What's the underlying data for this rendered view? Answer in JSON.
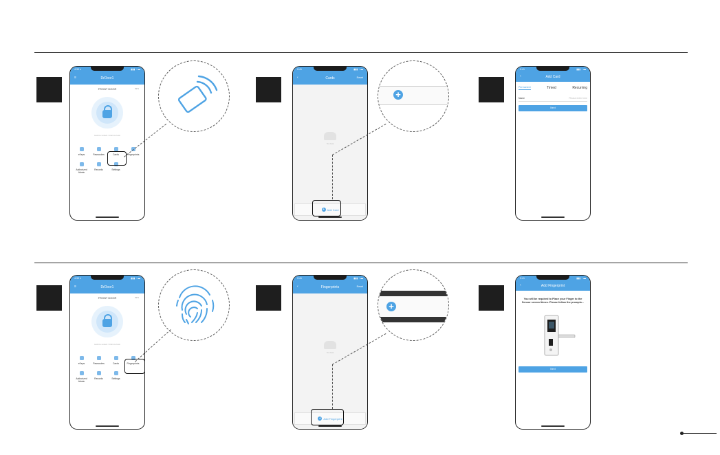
{
  "common": {
    "status_time": "4:39 ▾",
    "status_icons": "▮▮▮ ◔ ▬",
    "status_time_short": "9:41",
    "lock_name": "FRONT DOOR",
    "lock_battery": "99%",
    "lock_hint": "Hold to unlock / Click to lock",
    "empty_text": "No data",
    "add_card_label": "Add Card",
    "add_fp_label": "Add Fingerprint",
    "menu_items": [
      {
        "label": "eKeys"
      },
      {
        "label": "Passcodes"
      },
      {
        "label": "Cards"
      },
      {
        "label": "Fingerprints"
      },
      {
        "label": "Authorized Admin"
      },
      {
        "label": "Records"
      },
      {
        "label": "Settings"
      }
    ]
  },
  "screen1": {
    "title": "DrDoor1"
  },
  "screen2": {
    "title": "Cards",
    "right": "Reset",
    "back": "‹"
  },
  "screen3": {
    "title": "Add Card",
    "back": "‹",
    "tabs": [
      "Permanent",
      "Timed",
      "Recurring"
    ],
    "name_label": "Name",
    "name_placeholder": "Please enter here",
    "ok_label": "Next"
  },
  "screen4": {
    "title": "DrDoor1"
  },
  "screen5": {
    "title": "Fingerprints",
    "right": "Reset",
    "back": "‹"
  },
  "screen6": {
    "title": "Add Fingerprint",
    "back": "‹",
    "instruction": "You will be required to Place your Finger to the Sensor several times. Please follow the prompts...",
    "ok_label": "Next"
  },
  "colors": {
    "accent": "#4ea3e4",
    "step_box": "#1e1e1e",
    "rule": "#2a2a2a"
  },
  "icons": {
    "zoom1": "card-tap-icon",
    "zoom4": "fingerprint-icon",
    "zoom_add": "plus-circle-icon"
  }
}
